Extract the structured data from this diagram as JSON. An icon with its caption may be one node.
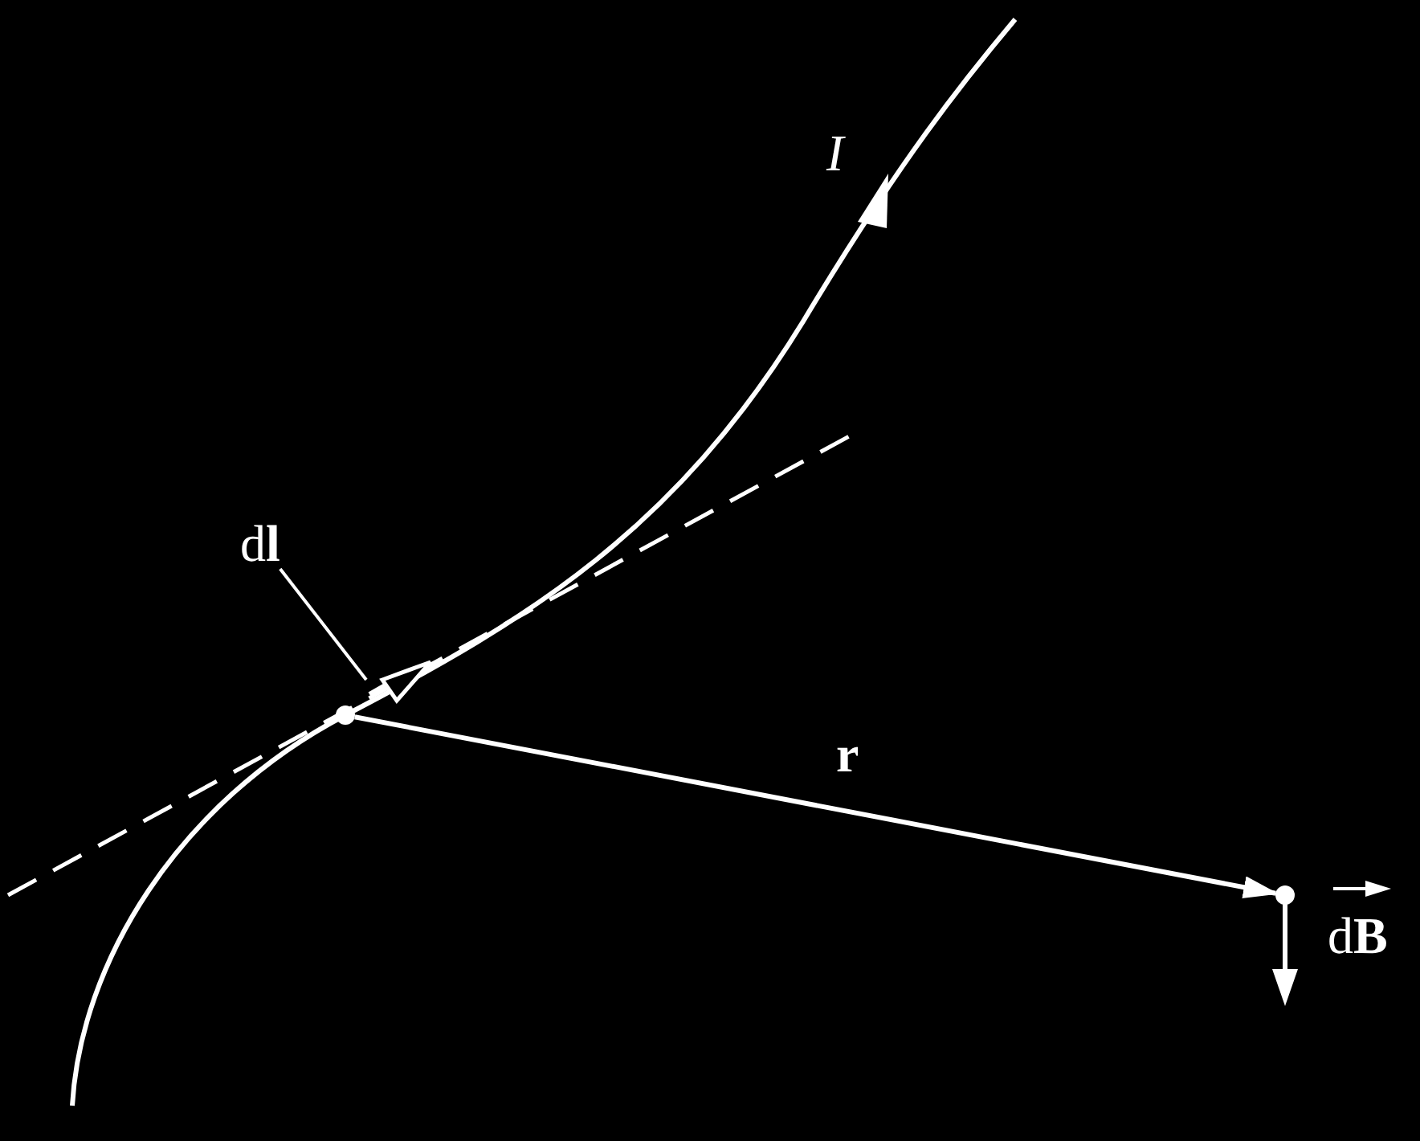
{
  "diagram": {
    "nodes": [
      {
        "text": [
          "d**l**"
        ]
      },
      {
        "text": [],
        "shape": "circle"
      },
      {
        "text": [],
        "shape": "circle"
      }
    ],
    "edges": [
      {
        "from": 0,
        "to": null,
        "arrow": "none"
      },
      {
        "from": 1,
        "to": 2,
        "arrow": "to",
        "label": "r"
      }
    ],
    "labels": [
      "I",
      "d**B**"
    ]
  }
}
